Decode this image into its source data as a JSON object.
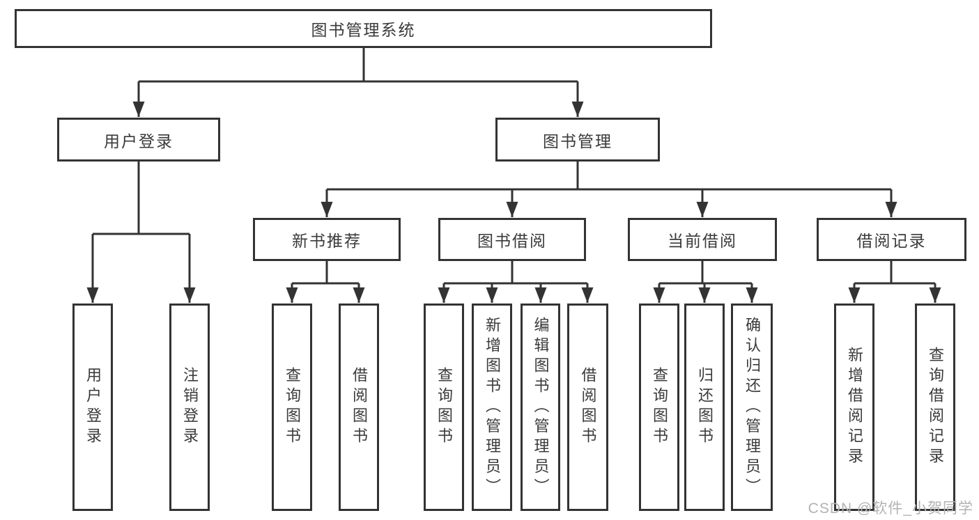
{
  "diagram": {
    "title": "图书管理系统",
    "root": {
      "label": "图书管理系统"
    },
    "level2": [
      {
        "label": "用户登录"
      },
      {
        "label": "图书管理"
      }
    ],
    "level3": [
      {
        "label": "新书推荐"
      },
      {
        "label": "图书借阅"
      },
      {
        "label": "当前借阅"
      },
      {
        "label": "借阅记录"
      }
    ],
    "leaves": [
      {
        "label": "用户登录",
        "parent": "用户登录"
      },
      {
        "label": "注销登录",
        "parent": "用户登录"
      },
      {
        "label": "查询图书",
        "parent": "新书推荐"
      },
      {
        "label": "借阅图书",
        "parent": "新书推荐"
      },
      {
        "label": "查询图书",
        "parent": "图书借阅"
      },
      {
        "label": "新增图书（管理员）",
        "parent": "图书借阅"
      },
      {
        "label": "编辑图书（管理员）",
        "parent": "图书借阅"
      },
      {
        "label": "借阅图书",
        "parent": "图书借阅"
      },
      {
        "label": "查询图书",
        "parent": "当前借阅"
      },
      {
        "label": "归还图书",
        "parent": "当前借阅"
      },
      {
        "label": "确认归还（管理员）",
        "parent": "当前借阅"
      },
      {
        "label": "新增借阅记录",
        "parent": "借阅记录"
      },
      {
        "label": "查询借阅记录",
        "parent": "借阅记录"
      }
    ],
    "watermark": "CSDN @软件_小贺同学",
    "colors": {
      "line": "#333333",
      "border": "#333333",
      "text": "#3a3a3a",
      "watermark": "#b3b3b3",
      "background": "#ffffff"
    }
  }
}
